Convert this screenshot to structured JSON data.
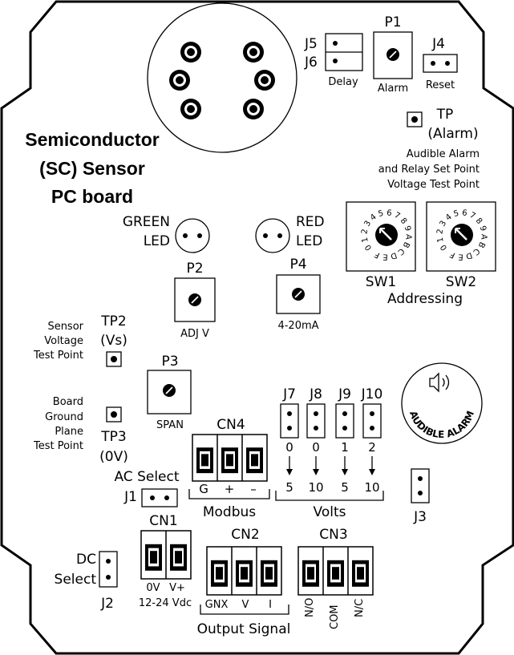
{
  "board": {
    "title_lines": [
      "Semiconductor",
      "(SC) Sensor",
      "PC board"
    ]
  },
  "jumpers": {
    "j5": "J5",
    "j6": "J6",
    "delay": "Delay",
    "j4": "J4",
    "reset": "Reset",
    "j7": "J7",
    "j8": "J8",
    "j9": "J9",
    "j10": "J10",
    "j1": "J1",
    "j2": "J2",
    "j3": "J3",
    "ac_select": "AC Select",
    "dc_select_1": "DC",
    "dc_select_2": "Select"
  },
  "pots": {
    "p1": "P1",
    "p1_label": "Alarm",
    "p2": "P2",
    "p2_label": "ADJ  V",
    "p3": "P3",
    "p3_label": "SPAN",
    "p4": "P4",
    "p4_label": "4-20mA"
  },
  "test_points": {
    "tp": "TP",
    "tp_alarm": "(Alarm)",
    "tp_desc": [
      "Audible Alarm",
      "and Relay Set Point",
      "Voltage Test Point"
    ],
    "tp2": "TP2",
    "tp2_vs": "(Vs)",
    "tp2_desc": [
      "Sensor",
      "Voltage",
      "Test Point"
    ],
    "tp3": "TP3",
    "tp3_0v": "(0V)",
    "tp3_desc": [
      "Board",
      "Ground",
      "Plane",
      "Test Point"
    ]
  },
  "leds": {
    "green_1": "GREEN",
    "green_2": "LED",
    "red_1": "RED",
    "red_2": "LED"
  },
  "switches": {
    "sw1": "SW1",
    "sw2": "SW2",
    "addressing": "Addressing",
    "dial_chars": [
      "0",
      "1",
      "2",
      "3",
      "4",
      "5",
      "6",
      "7",
      "8",
      "9",
      "A",
      "B",
      "C",
      "D",
      "E",
      "F"
    ]
  },
  "voltage_jumpers": {
    "top_values": [
      "0",
      "0",
      "1",
      "2"
    ],
    "bottom_values": [
      "5",
      "10",
      "5",
      "10"
    ],
    "volts": "Volts"
  },
  "connectors": {
    "cn1": "CN1",
    "cn1_pins": [
      "0V",
      "V+"
    ],
    "cn1_desc": "12-24 Vdc",
    "cn2": "CN2",
    "cn2_pins": [
      "GNX",
      "V",
      "I"
    ],
    "output_signal": "Output Signal",
    "cn3": "CN3",
    "cn3_pins": [
      "N/O",
      "COM",
      "N/C"
    ],
    "cn4": "CN4",
    "cn4_pins": [
      "G",
      "+",
      "–"
    ],
    "modbus": "Modbus"
  },
  "alarm": {
    "label": "AUDIBLE ALARM"
  }
}
